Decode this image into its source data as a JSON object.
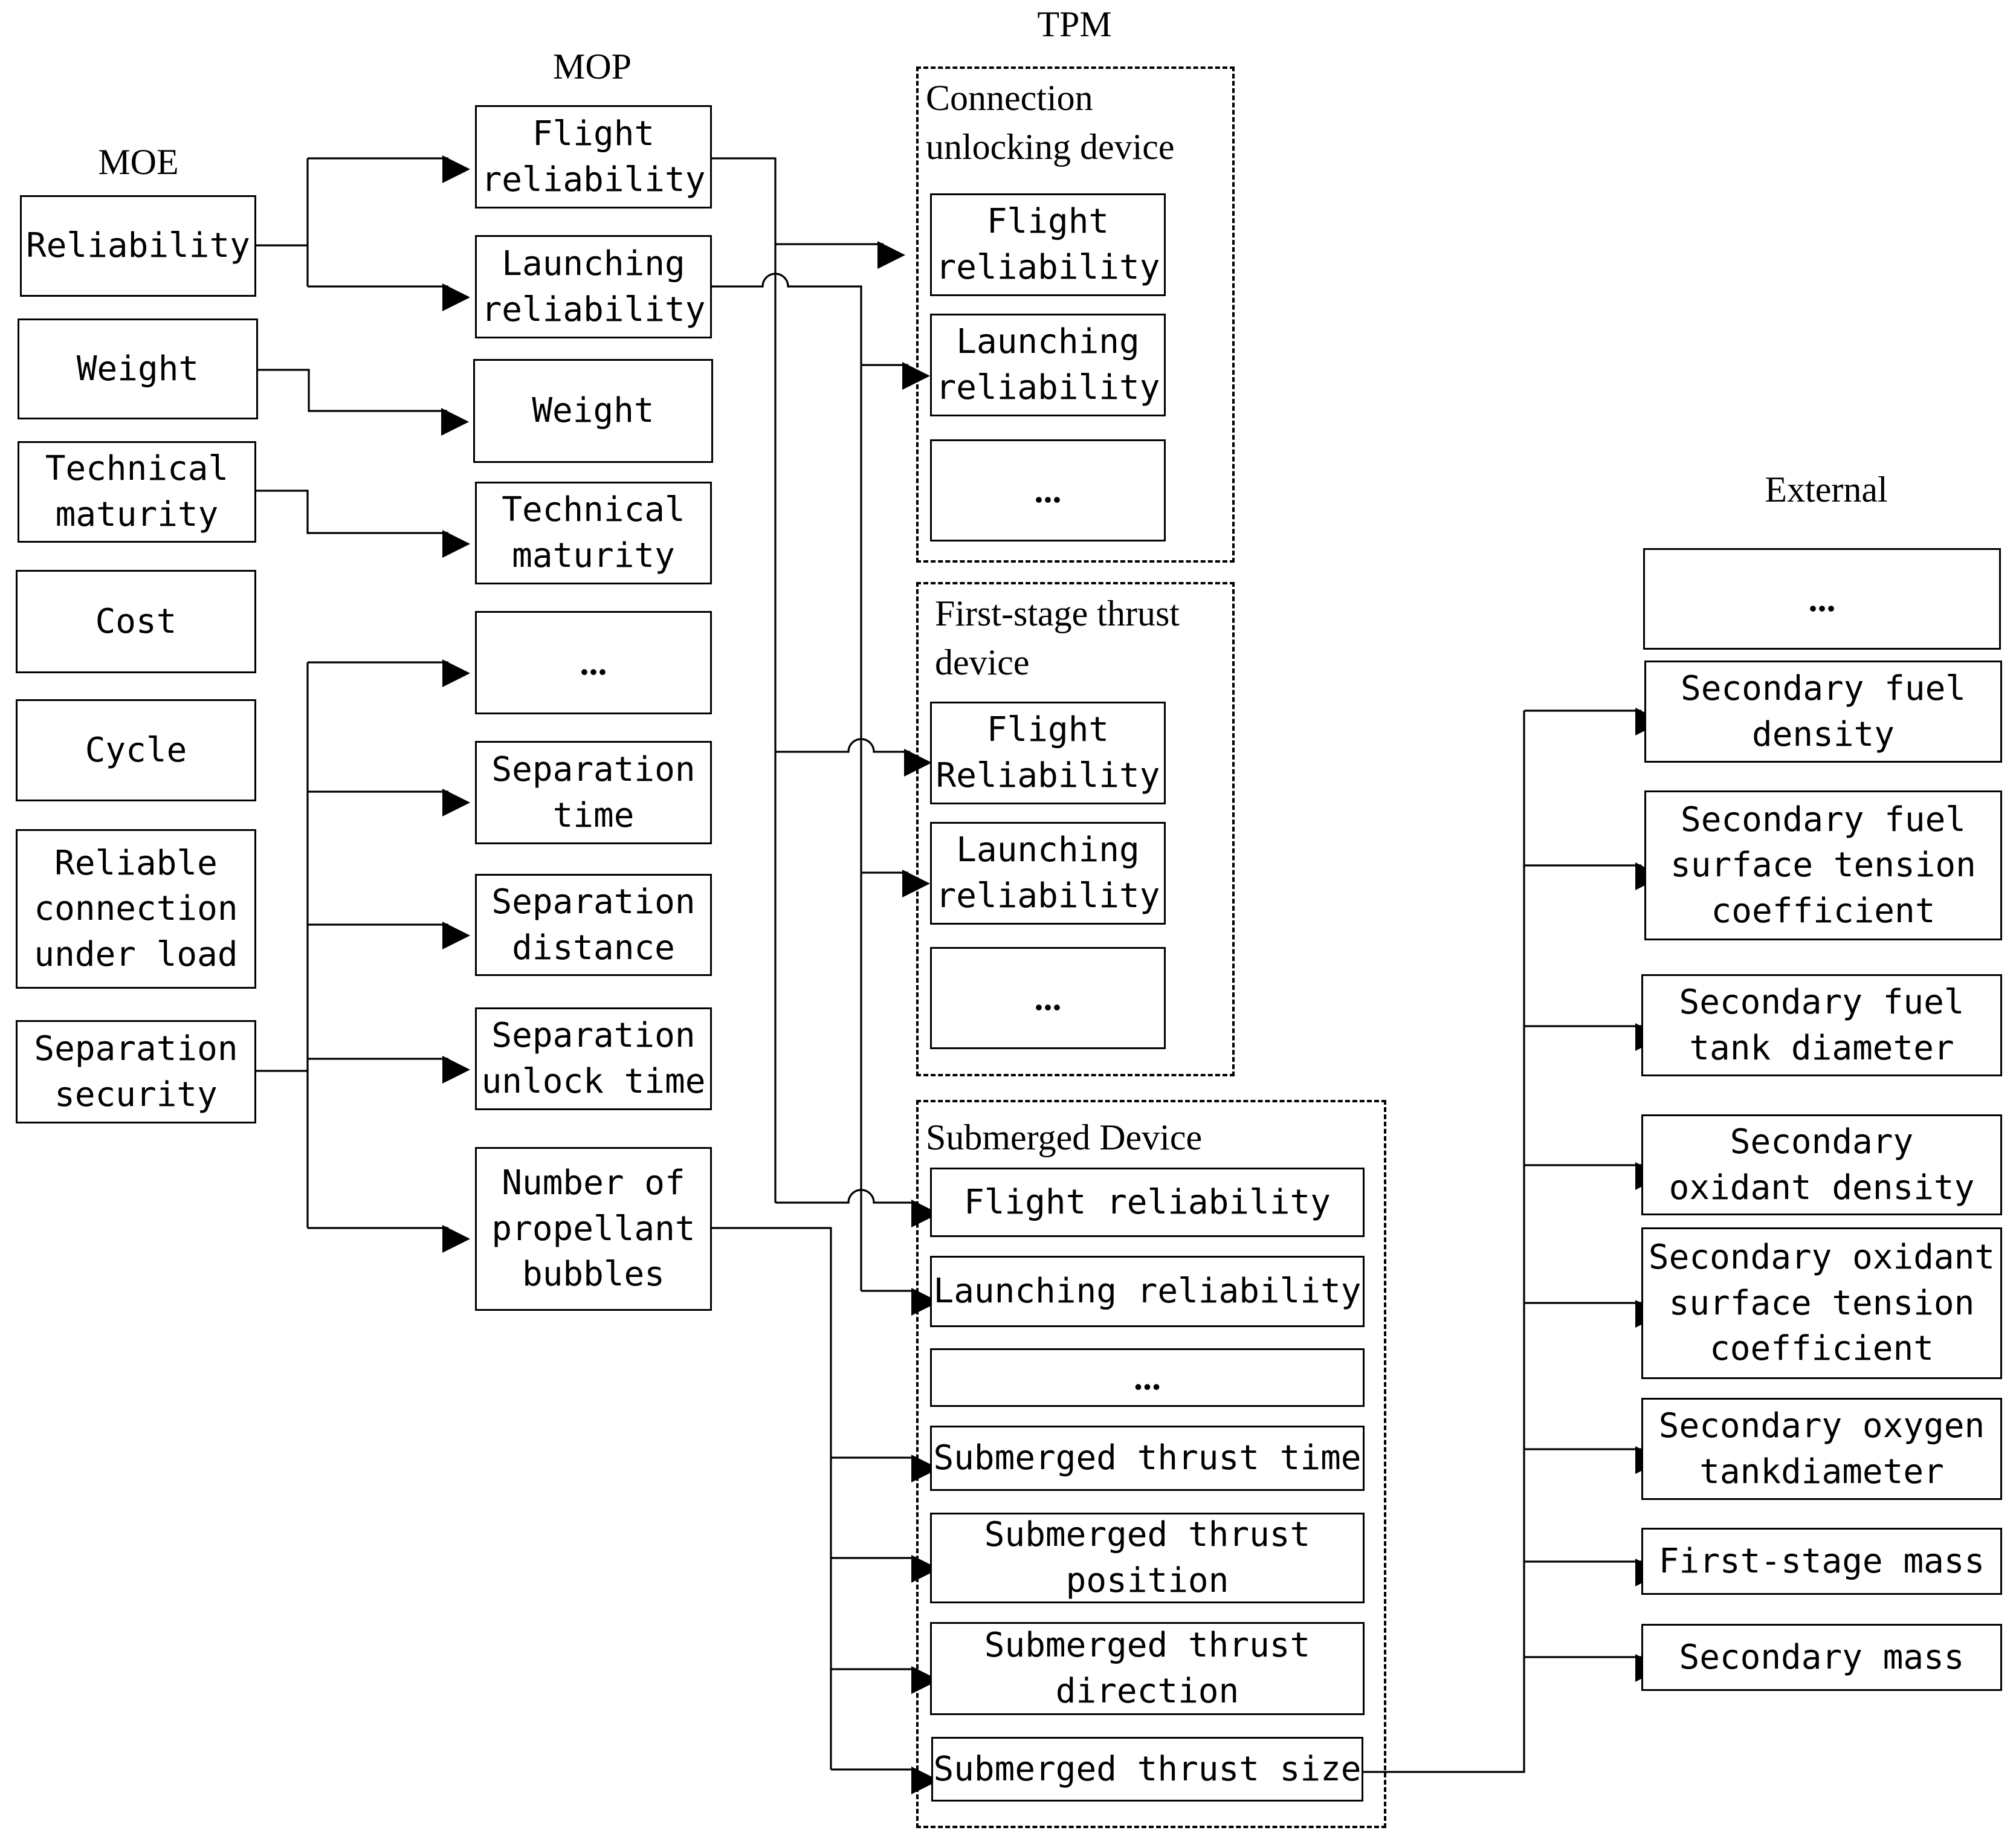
{
  "columns": {
    "moe": "MOE",
    "mop": "MOP",
    "tpm": "TPM",
    "external": "External"
  },
  "moe": {
    "reliability": "Reliability",
    "weight": "Weight",
    "technical_maturity": "Technical\nmaturity",
    "cost": "Cost",
    "cycle": "Cycle",
    "reliable_connection": "Reliable\nconnection\nunder load",
    "separation_security": "Separation\nsecurity"
  },
  "mop": {
    "flight_reliability": "Flight\nreliability",
    "launching_reliability": "Launching\nreliability",
    "weight": "Weight",
    "technical_maturity": "Technical\nmaturity",
    "ellipsis": "...",
    "separation_time": "Separation\ntime",
    "separation_distance": "Separation\ndistance",
    "separation_unlock_time": "Separation\nunlock time",
    "propellant_bubbles": "Number of\npropellant\nbubbles"
  },
  "tpm": {
    "connection": {
      "title": "Connection\nunlocking device",
      "flight_reliability": "Flight\nreliability",
      "launching_reliability": "Launching\nreliability",
      "ellipsis": "..."
    },
    "first_stage": {
      "title": "First-stage thrust\ndevice",
      "flight_reliability": "Flight\nReliability",
      "launching_reliability": "Launching\nreliability",
      "ellipsis": "..."
    },
    "submerged": {
      "title": "Submerged Device",
      "flight_reliability": "Flight reliability",
      "launching_reliability": "Launching reliability",
      "ellipsis": "...",
      "thrust_time": "Submerged thrust time",
      "thrust_position": "Submerged thrust\nposition",
      "thrust_direction": "Submerged thrust\ndirection",
      "thrust_size": "Submerged thrust size"
    }
  },
  "external": {
    "ellipsis": "...",
    "fuel_density": "Secondary fuel\ndensity",
    "fuel_tension": "Secondary fuel\nsurface tension\ncoefficient",
    "fuel_tank_diameter": "Secondary fuel\ntank diameter",
    "oxidant_density": "Secondary\noxidant density",
    "oxidant_tension": "Secondary oxidant\nsurface tension\ncoefficient",
    "oxygen_tank_diameter": "Secondary oxygen\ntankdiameter",
    "first_stage_mass": "First-stage mass",
    "secondary_mass": "Secondary mass"
  }
}
